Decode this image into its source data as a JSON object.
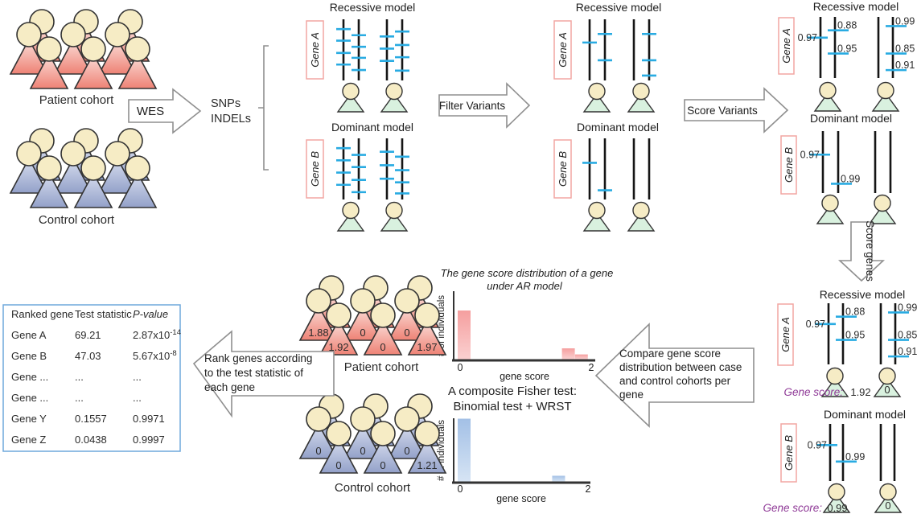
{
  "colors": {
    "variant_cyan": "#29ABE2",
    "score_red": "#D03A36",
    "gene_score_purple": "#8F3A97",
    "triangle_number_navy": "#3C3E96",
    "patient_body_top": "#FBE0DB",
    "patient_body_bottom": "#EE8275",
    "control_body_top": "#D8DEEF",
    "control_body_bottom": "#93A1C9",
    "green_body": "#D9F1DF",
    "head": "#F6ECC5",
    "gene_box_border": "#F2A6A2",
    "table_border": "#6FA8DC",
    "bar_pink": "#F5A2A2",
    "bar_blue": "#A3C0E6"
  },
  "cohorts": {
    "patient_label": "Patient cohort",
    "control_label": "Control cohort"
  },
  "wes": {
    "label": "WES"
  },
  "variants_text": {
    "line1": "SNPs",
    "line2": "INDELs"
  },
  "arrows": {
    "filter": "Filter Variants",
    "score_variants": "Score Variants",
    "score_genes": "Score genes",
    "compare_lines": [
      "Compare gene score",
      "distribution between case",
      "and control cohorts per",
      "gene"
    ],
    "rank_lines": [
      "Rank genes according",
      "to the test statistic of",
      "each gene"
    ]
  },
  "models": {
    "recessive_title": "Recessive model",
    "dominant_title": "Dominant model",
    "gene_a_label": "Gene A",
    "gene_b_label": "Gene B",
    "gene_score_label": "Gene score:"
  },
  "panel_initial": {
    "recessive_marks": [
      [
        0.16,
        0.35,
        0.55,
        0.74
      ],
      [
        0.26,
        0.45,
        0.63,
        0.83
      ],
      [
        0.28,
        0.48,
        0.68
      ],
      [
        0.2,
        0.42,
        0.62,
        0.84
      ]
    ],
    "dominant_marks": [
      [
        0.16,
        0.36,
        0.56,
        0.76
      ],
      [
        0.27,
        0.47,
        0.68,
        0.88
      ],
      [
        0.22,
        0.44,
        0.66
      ],
      [
        0.3,
        0.52,
        0.72,
        0.9
      ]
    ]
  },
  "panel_filtered": {
    "recessive_marks": [
      [
        0.38
      ],
      [
        0.24,
        0.67
      ],
      [],
      [
        0.24,
        0.67,
        0.92
      ]
    ],
    "dominant_marks": [
      [
        0.4
      ],
      [
        0.85
      ],
      [],
      []
    ]
  },
  "panel_scored": {
    "recessive": [
      {
        "chrom": 0,
        "frac": 0.34,
        "label": "0.97",
        "side": "L",
        "red": false
      },
      {
        "chrom": 1,
        "frac": 0.22,
        "label": "0.88",
        "side": "R",
        "red": false
      },
      {
        "chrom": 1,
        "frac": 0.6,
        "label": "0.95",
        "side": "R",
        "red": false
      },
      {
        "chrom": 3,
        "frac": 0.15,
        "label": "0.99",
        "side": "R",
        "red": false
      },
      {
        "chrom": 3,
        "frac": 0.6,
        "label": "0.85",
        "side": "R",
        "red": false
      },
      {
        "chrom": 3,
        "frac": 0.87,
        "label": "0.91",
        "side": "R",
        "red": false
      }
    ],
    "dominant": [
      {
        "chrom": 0,
        "frac": 0.38,
        "label": "0.97",
        "side": "L",
        "red": false
      },
      {
        "chrom": 1,
        "frac": 0.85,
        "label": "0.99",
        "side": "R",
        "red": false
      }
    ]
  },
  "panel_gene_scores": {
    "recessive": {
      "marks": [
        {
          "chrom": 0,
          "frac": 0.34,
          "label": "0.97",
          "side": "L",
          "red": true
        },
        {
          "chrom": 1,
          "frac": 0.22,
          "label": "0.88",
          "side": "R",
          "red": false
        },
        {
          "chrom": 1,
          "frac": 0.6,
          "label": "0.95",
          "side": "R",
          "red": true
        },
        {
          "chrom": 3,
          "frac": 0.15,
          "label": "0.99",
          "side": "R",
          "red": false
        },
        {
          "chrom": 3,
          "frac": 0.6,
          "label": "0.85",
          "side": "R",
          "red": false
        },
        {
          "chrom": 3,
          "frac": 0.87,
          "label": "0.91",
          "side": "R",
          "red": false
        }
      ],
      "person_scores": [
        "1.92",
        "0"
      ]
    },
    "dominant": {
      "marks": [
        {
          "chrom": 0,
          "frac": 0.37,
          "label": "0.97",
          "side": "L",
          "red": false
        },
        {
          "chrom": 1,
          "frac": 0.66,
          "label": "0.99",
          "side": "R",
          "red": true
        }
      ],
      "person_scores": [
        "0.99",
        "0"
      ]
    }
  },
  "bottom_cohorts": {
    "patient_scores": [
      [
        "0",
        "0",
        "0"
      ],
      [
        "1.88",
        "0",
        "0"
      ],
      [
        "1.92",
        "0",
        "1.97"
      ]
    ],
    "control_scores": [
      [
        "0",
        "0",
        "0"
      ],
      [
        "0",
        "0",
        "0"
      ],
      [
        "0",
        "0",
        "1.21"
      ]
    ]
  },
  "histograms": {
    "title_lines": [
      "The gene score distribution of a gene",
      "under AR model"
    ],
    "fisher_lines": [
      "A composite Fisher test:",
      "Binomial test + WRST"
    ],
    "ylabel": "# of individuals",
    "xlabel": "gene score",
    "tick0": "0",
    "tick2": "2"
  },
  "chart_data": [
    {
      "type": "bar",
      "title": "The gene score distribution of a gene under AR model",
      "cohort": "Patient cohort",
      "xlabel": "gene score",
      "ylabel": "# of individuals",
      "xlim": [
        0,
        2
      ],
      "bars": [
        {
          "x": 0,
          "height": 0.72
        },
        {
          "x": 1.6,
          "height": 0.16
        },
        {
          "x": 1.8,
          "height": 0.07
        }
      ]
    },
    {
      "type": "bar",
      "title": "",
      "cohort": "Control cohort",
      "xlabel": "gene score",
      "ylabel": "# of individuals",
      "xlim": [
        0,
        2
      ],
      "bars": [
        {
          "x": 0,
          "height": 1.0
        },
        {
          "x": 1.45,
          "height": 0.09
        }
      ]
    }
  ],
  "table": {
    "headers": [
      "Ranked gene",
      "Test statistic",
      "P-value"
    ],
    "rows": [
      {
        "gene": "Gene A",
        "stat": "69.21",
        "p": "2.87x10",
        "psup": "-14"
      },
      {
        "gene": "Gene B",
        "stat": "47.03",
        "p": "5.67x10",
        "psup": "-8"
      },
      {
        "gene": "Gene ...",
        "stat": "...",
        "p": "...",
        "psup": ""
      },
      {
        "gene": "Gene ...",
        "stat": "...",
        "p": "...",
        "psup": ""
      },
      {
        "gene": "Gene Y",
        "stat": "0.1557",
        "p": "0.9971",
        "psup": ""
      },
      {
        "gene": "Gene Z",
        "stat": "0.0438",
        "p": "0.9997",
        "psup": ""
      }
    ]
  }
}
